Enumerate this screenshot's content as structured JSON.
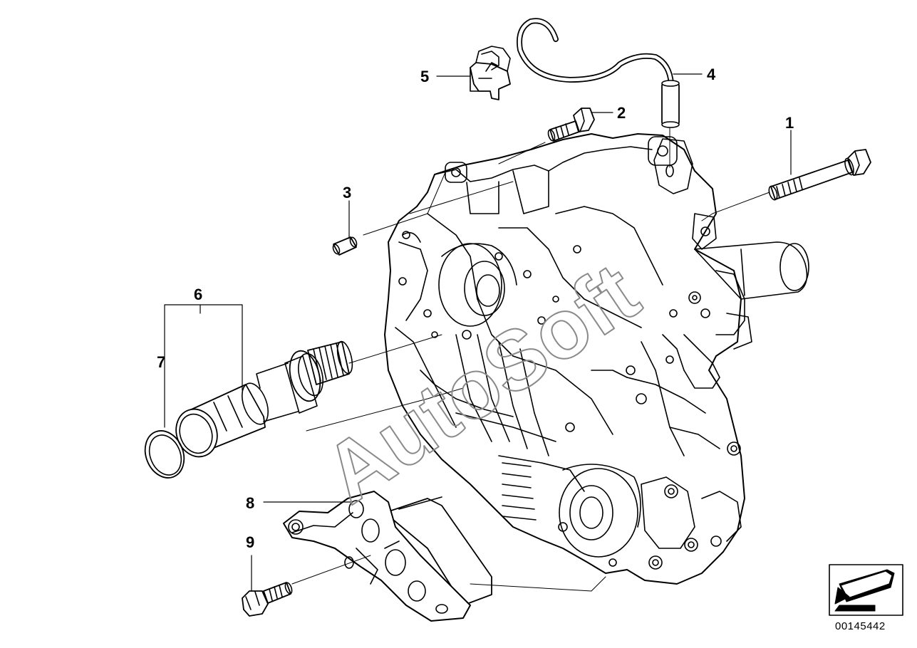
{
  "diagram": {
    "callouts": [
      "1",
      "2",
      "3",
      "4",
      "5",
      "6",
      "7",
      "8",
      "9"
    ],
    "watermark": "AutoSoft",
    "diagram_id": "00145442",
    "icons": {
      "orientation": "direction-arrow-icon"
    }
  }
}
